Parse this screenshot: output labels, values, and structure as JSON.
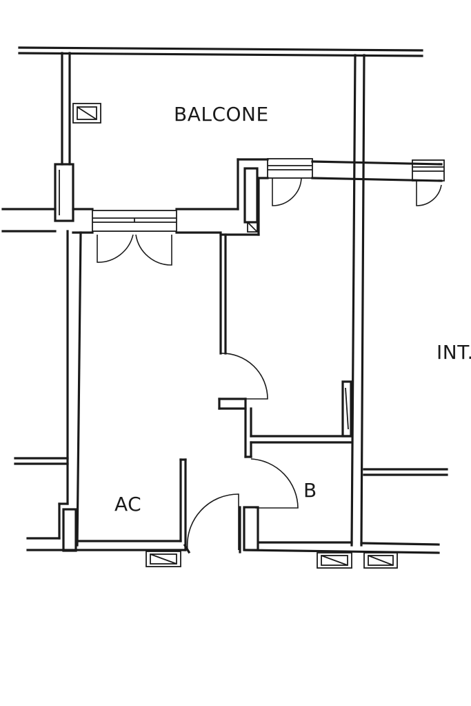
{
  "rooms": {
    "balcone": "BALCONE",
    "int": "INT.",
    "ac": "AC",
    "b": "B"
  }
}
